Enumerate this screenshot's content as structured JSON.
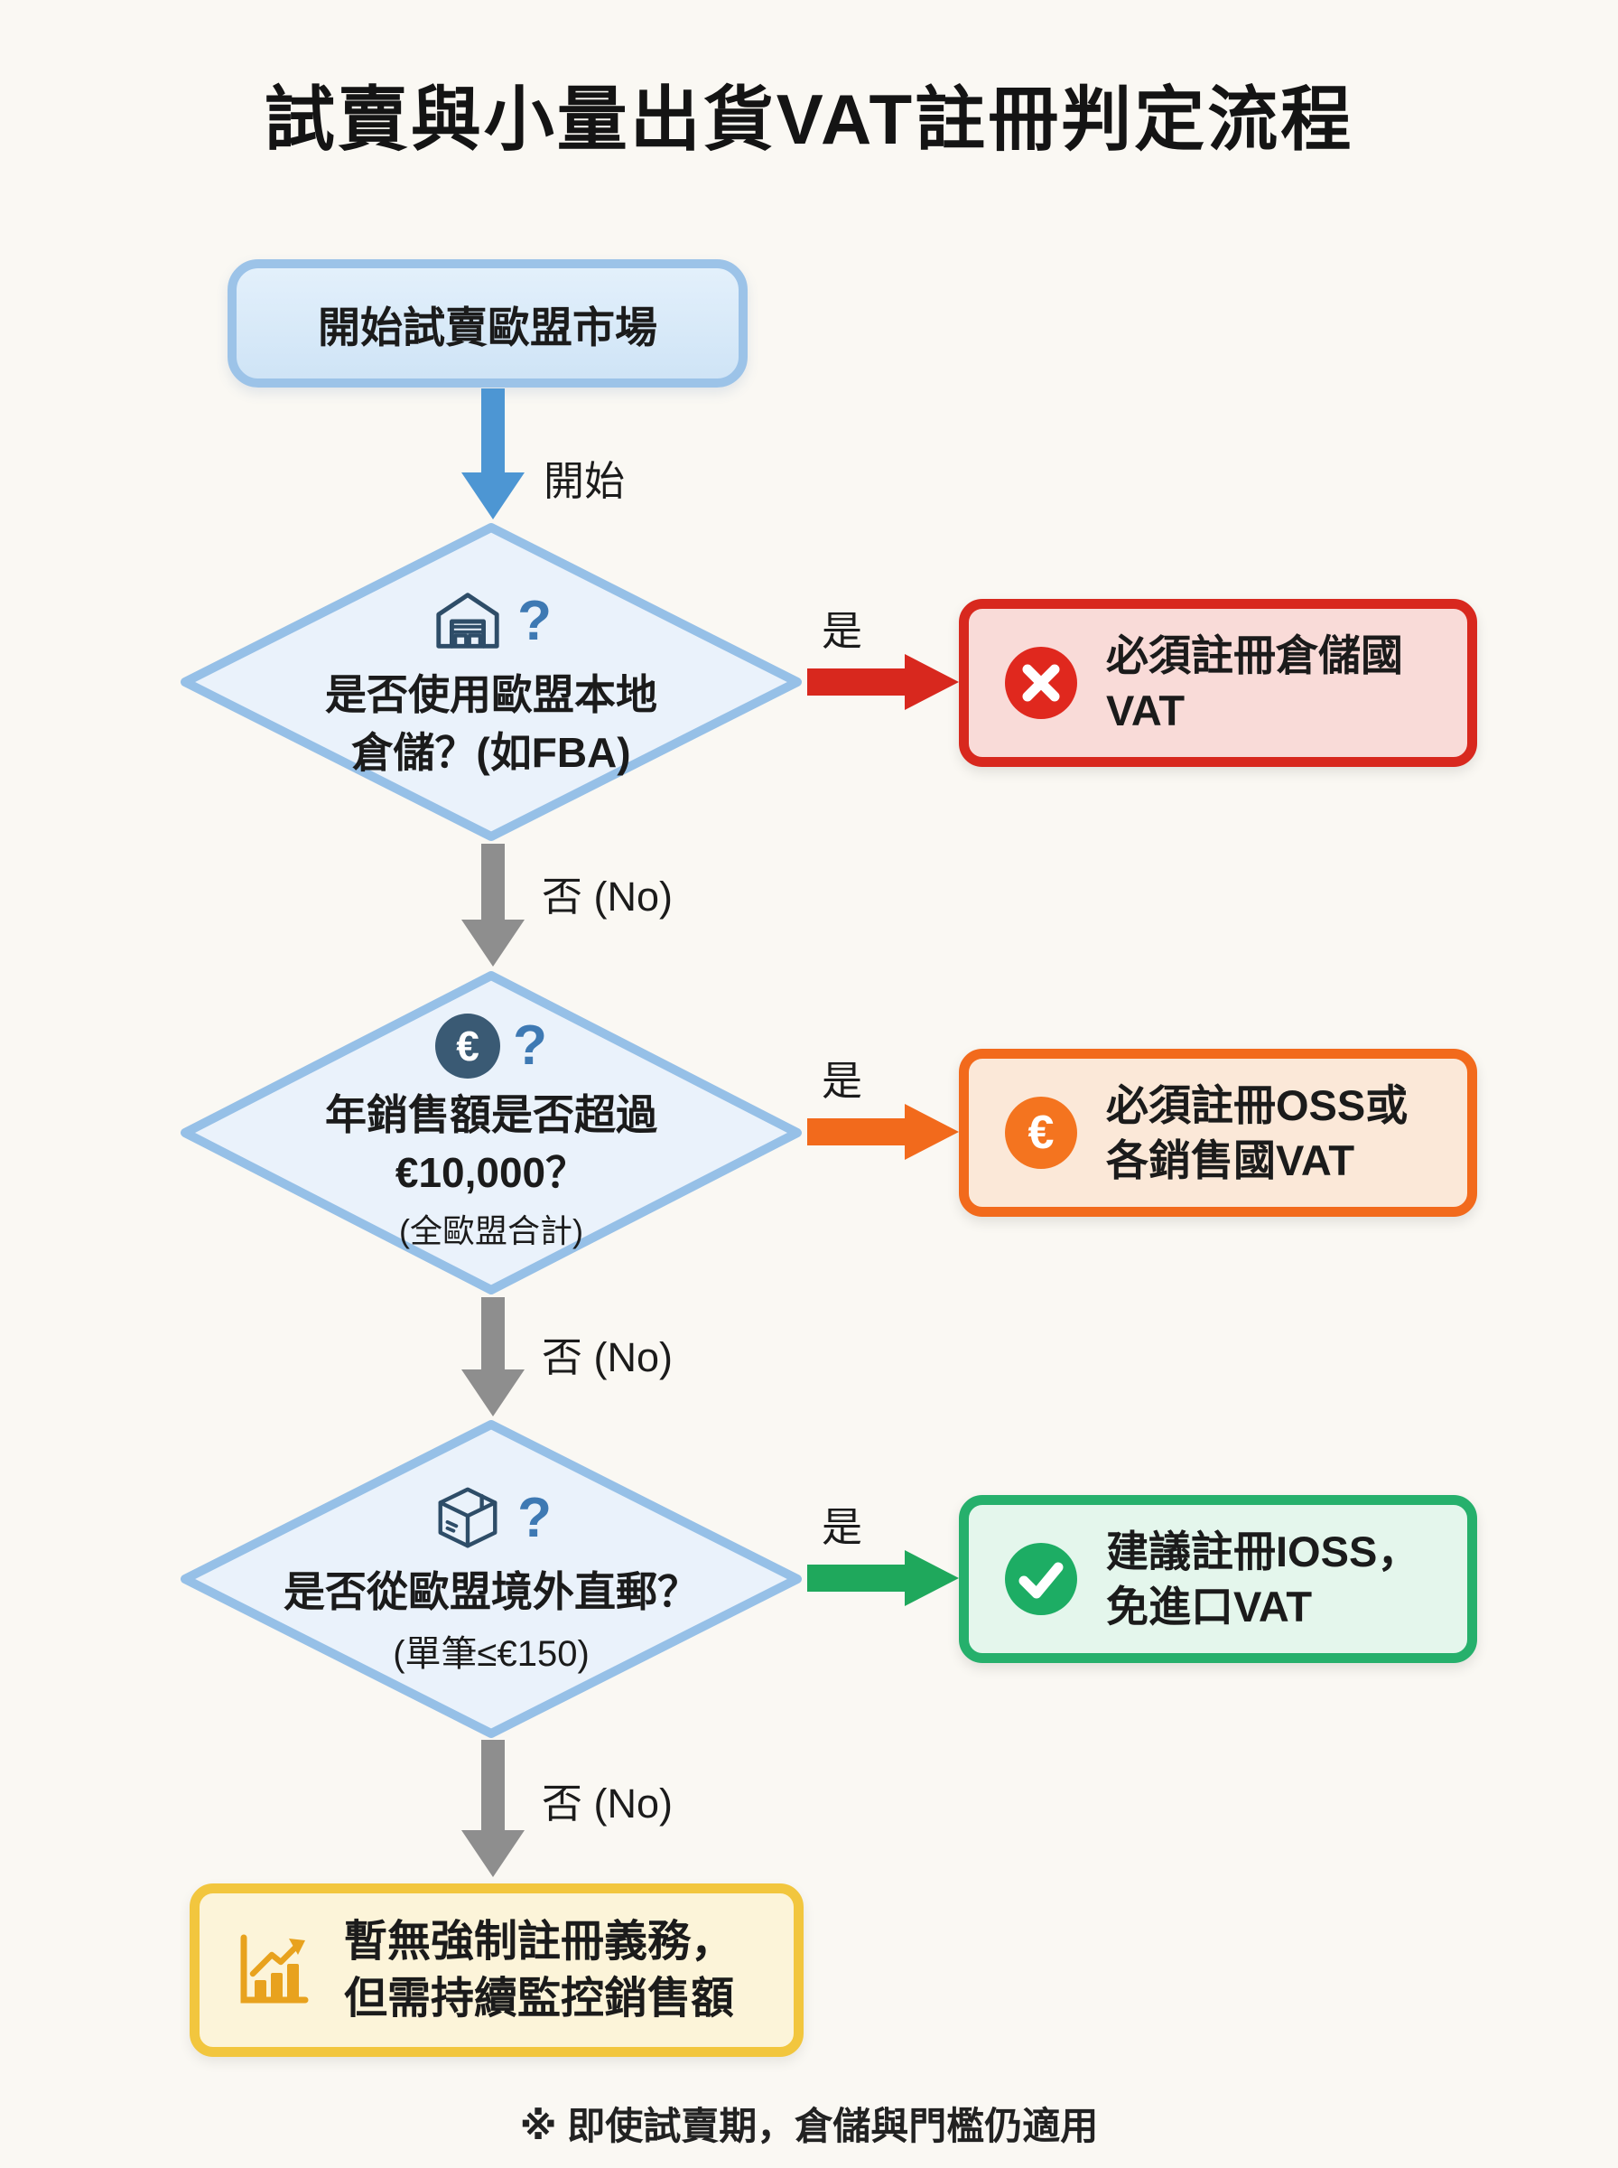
{
  "title": "試賣與小量出貨VAT註冊判定流程",
  "footnote": "※ 即使試賣期，倉儲與門檻仍適用",
  "start": {
    "label": "開始試賣歐盟市場",
    "arrow_label": "開始"
  },
  "decision1": {
    "icon": "warehouse-icon",
    "qmark": "?",
    "line1": "是否使用歐盟本地",
    "line2": "倉儲？(如FBA)",
    "yes_label": "是",
    "no_label": "否 (No)"
  },
  "result1": {
    "icon": "x-circle-icon",
    "line1": "必須註冊倉儲國",
    "line2": "VAT"
  },
  "decision2": {
    "icon": "euro-circle-icon",
    "euro_glyph": "€",
    "qmark": "?",
    "line1": "年銷售額是否超過",
    "line2": "€10,000？",
    "line3": "(全歐盟合計)",
    "yes_label": "是",
    "no_label": "否 (No)"
  },
  "result2": {
    "icon": "euro-circle-icon",
    "glyph": "€",
    "line1": "必須註冊OSS或",
    "line2": "各銷售國VAT"
  },
  "decision3": {
    "icon": "package-icon",
    "qmark": "?",
    "line1": "是否從歐盟境外直郵？",
    "line2": "(單筆≤€150)",
    "yes_label": "是",
    "no_label": "否 (No)"
  },
  "result3": {
    "icon": "check-circle-icon",
    "line1": "建議註冊IOSS，",
    "line2": "免進口VAT"
  },
  "final": {
    "icon": "sales-chart-icon",
    "line1": "暫無強制註冊義務，",
    "line2": "但需持續監控銷售額"
  },
  "colors": {
    "background": "#FAF8F3",
    "start_border": "#9CC3E8",
    "start_fill": "#D7E9F8",
    "diamond_border": "#96C0E7",
    "diamond_fill": "#EAF2FB",
    "blue_arrow": "#4D96D3",
    "gray_arrow": "#8E8E8E",
    "red": "#D8281E",
    "red_fill": "#F9DBD8",
    "orange": "#F26A1C",
    "orange_fill": "#FBE8D8",
    "green": "#26B06C",
    "green_fill": "#E4F6EC",
    "yellow": "#F2C63E",
    "yellow_fill": "#FCF4D9",
    "icon_dark": "#2E4D68",
    "qmark_blue": "#3E79B3",
    "euro_badge_dark": "#3A5A74",
    "euro_badge_orange": "#F4741F",
    "check_badge": "#1DAD64",
    "x_badge": "#E0281E",
    "chart_icon": "#E8A21E"
  }
}
